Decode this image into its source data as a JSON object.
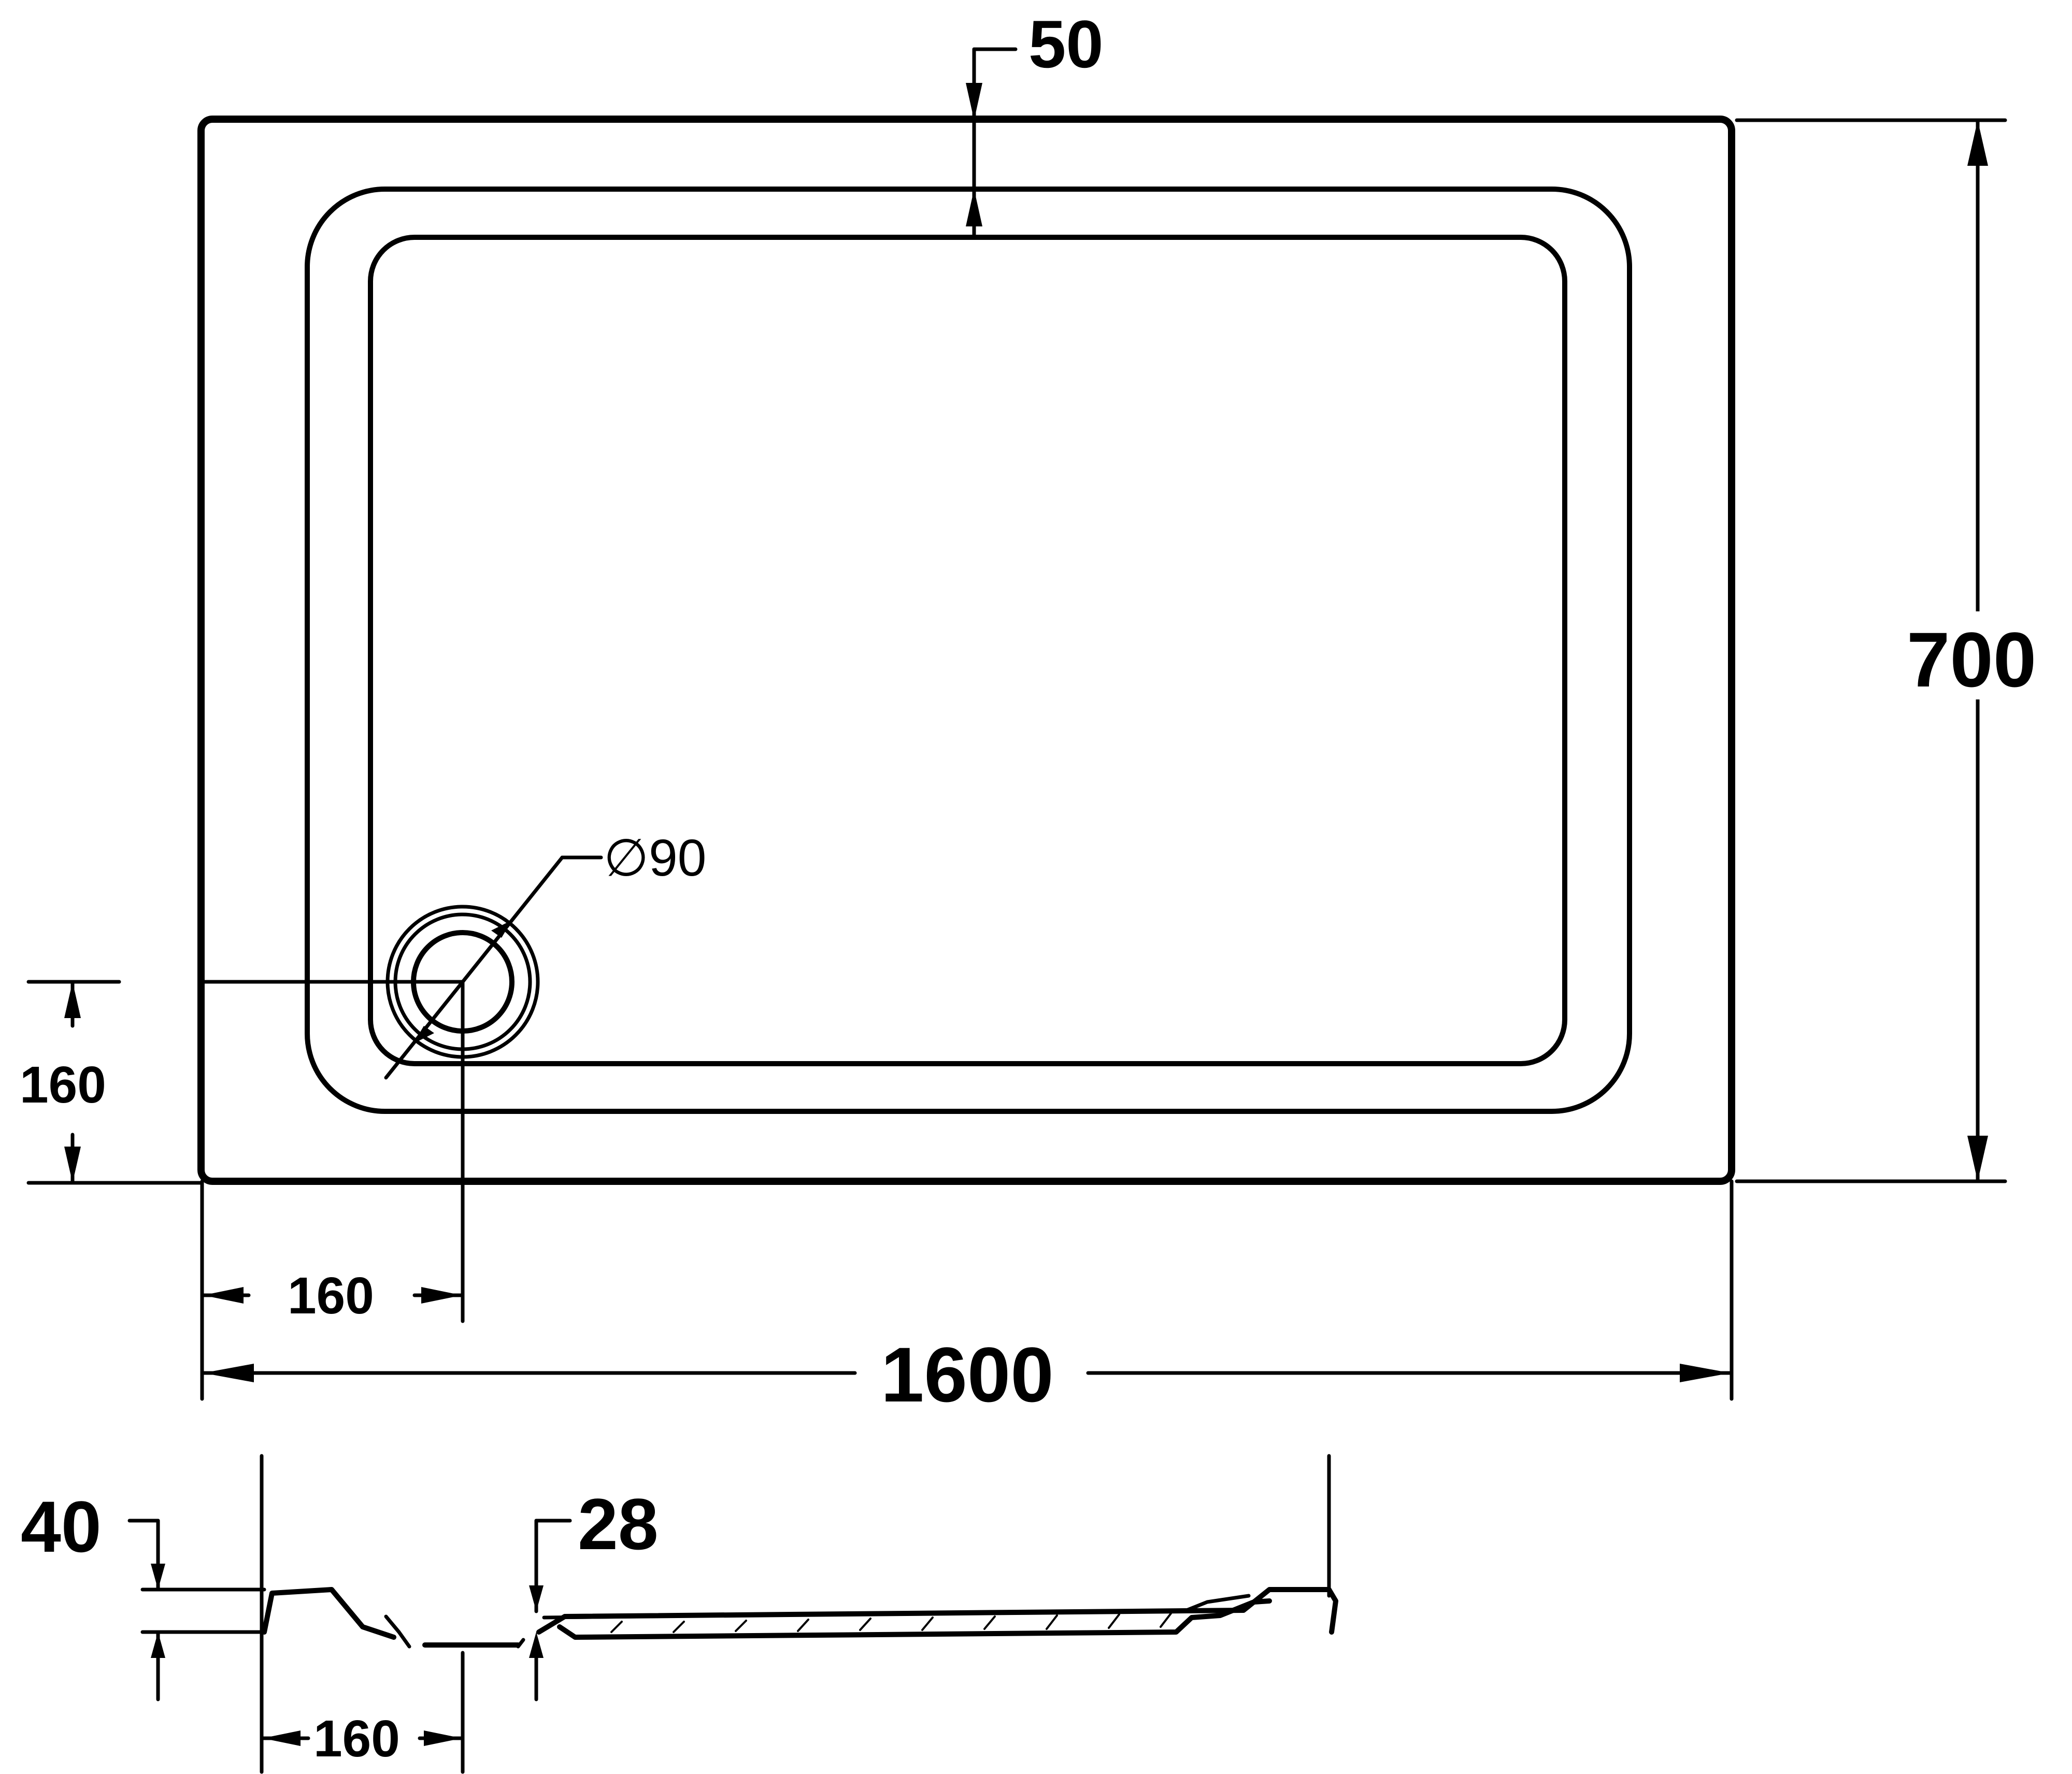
{
  "dimensions": {
    "overall_length": "1600",
    "overall_width": "700",
    "rim_width": "50",
    "waste_offset_x": "160",
    "waste_offset_y": "160",
    "waste_diameter": "∅90",
    "tray_height": "40",
    "recess_depth": "28",
    "section_waste_offset": "160"
  },
  "colors": {
    "line": "#000000",
    "background": "#ffffff"
  }
}
